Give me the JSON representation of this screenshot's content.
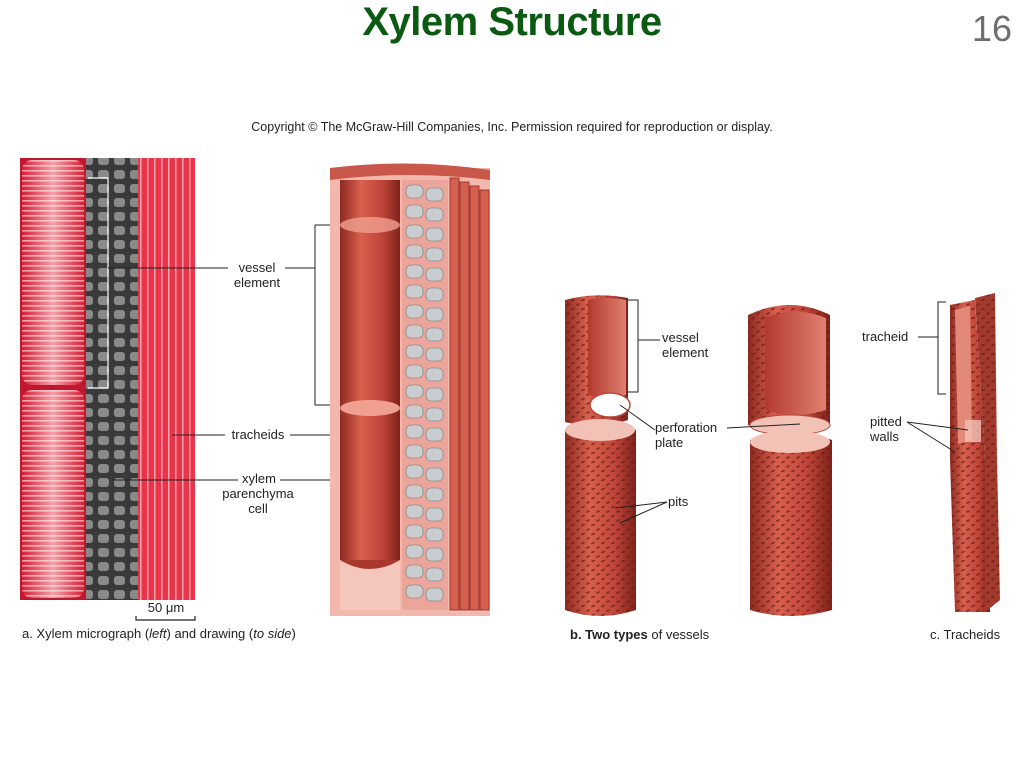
{
  "slide": {
    "title": "Xylem Structure",
    "page_number": "16",
    "copyright": "Copyright © The McGraw-Hill Companies, Inc. Permission required for reproduction or display."
  },
  "labels": {
    "vessel_element_a": [
      "vessel",
      "element"
    ],
    "tracheids_a": "tracheids",
    "xylem_parenchyma": [
      "xylem",
      "parenchyma",
      "cell"
    ],
    "scale_bar": "50 μm",
    "vessel_element_b": [
      "vessel",
      "element"
    ],
    "perforation_plate": [
      "perforation",
      "plate"
    ],
    "pits": "pits",
    "tracheid_c": "tracheid",
    "pitted_walls": [
      "pitted",
      "walls"
    ]
  },
  "captions": {
    "a": {
      "letter": "a.",
      "text1": "Xylem micrograph (",
      "italic1": "left",
      "text2": ") and drawing (",
      "italic2": "to side",
      "text3": ")"
    },
    "b": {
      "bold": "b. Two types",
      "rest": " of vessels"
    },
    "c": {
      "text": "c. Tracheids"
    }
  },
  "colors": {
    "title": "#0b5a12",
    "vessel_red": "#c5463a",
    "micrograph_red": "#e03040",
    "parenchyma_gray": "#b8b8b8"
  }
}
